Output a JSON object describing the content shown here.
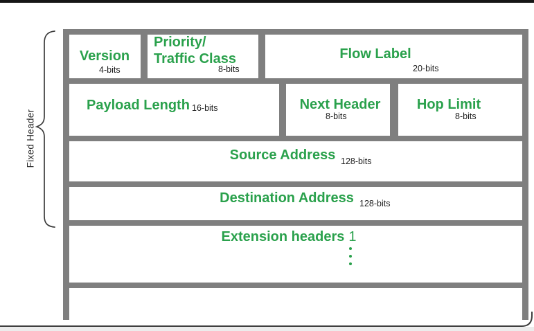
{
  "diagram_title_hint": "IPv6 packet header layout",
  "side_label": "Fixed Header",
  "fields": {
    "version": {
      "label": "Version",
      "bits": "4-bits"
    },
    "traffic_class": {
      "label_line1": "Priority/",
      "label_line2": "Traffic Class",
      "bits": "8-bits"
    },
    "flow_label": {
      "label": "Flow Label",
      "bits": "20-bits"
    },
    "payload_length": {
      "label": "Payload Length",
      "bits": "16-bits"
    },
    "next_header": {
      "label": "Next Header",
      "bits": "8-bits"
    },
    "hop_limit": {
      "label": "Hop Limit",
      "bits": "8-bits"
    },
    "source_address": {
      "label": "Source Address",
      "bits": "128-bits"
    },
    "destination_address": {
      "label": "Destination Address",
      "bits": "128-bits"
    },
    "extension_headers": {
      "label": "Extension headers",
      "index": "1"
    }
  },
  "colors": {
    "accent_green": "#2aa14c",
    "frame_gray": "#7f7f7f",
    "text_black": "#1c1c1c"
  }
}
